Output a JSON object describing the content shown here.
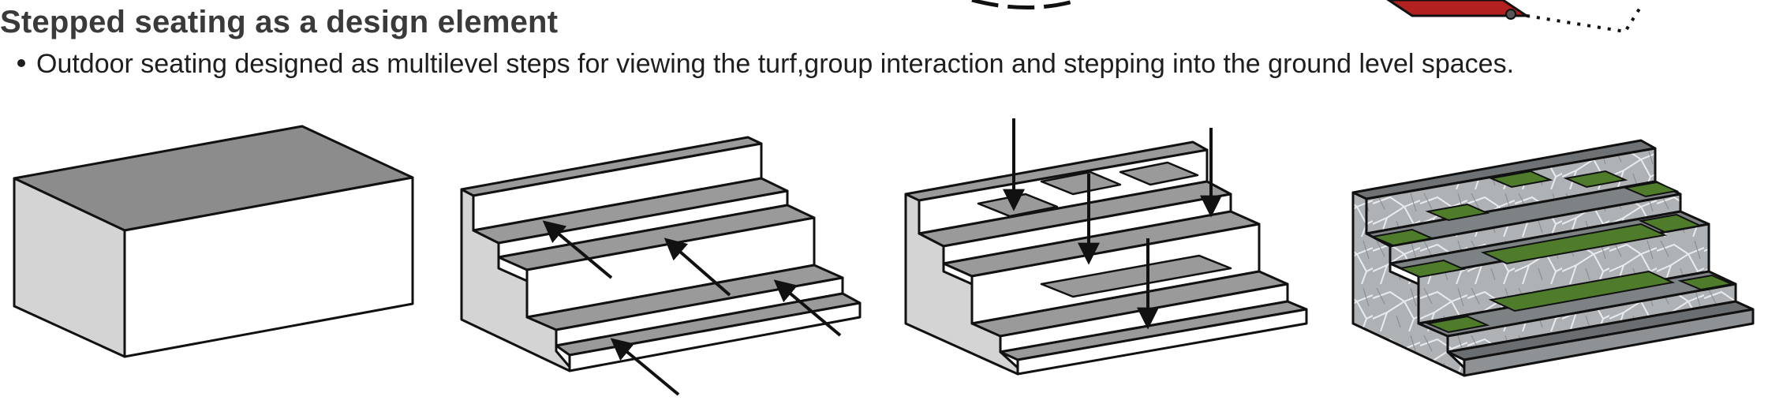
{
  "heading": {
    "title": "Stepped seating as a design element",
    "bullet": "Outdoor seating designed as multilevel steps for viewing the turf,group interaction and stepping into the ground level spaces."
  },
  "figures": [
    {
      "name": "plain-block",
      "description_icon": "solid-block"
    },
    {
      "name": "stepped-seating-arrows",
      "description_icon": "arrow-icon"
    },
    {
      "name": "stepped-seating-down-arrows",
      "description_icon": "arrow-down-icon"
    },
    {
      "name": "stone-turf-seating",
      "description_icon": "turf"
    }
  ],
  "colors": {
    "title": "#3a3a3a",
    "text": "#1e1e1e",
    "outline": "#111111",
    "top_face": "#8c8c8c",
    "side_face": "#d4d4d4",
    "front_face": "#ffffff",
    "tread": "#9a9a9a",
    "turf": "#4e7c2a",
    "stone": "#a9adb0",
    "accent_red": "#b22020"
  }
}
